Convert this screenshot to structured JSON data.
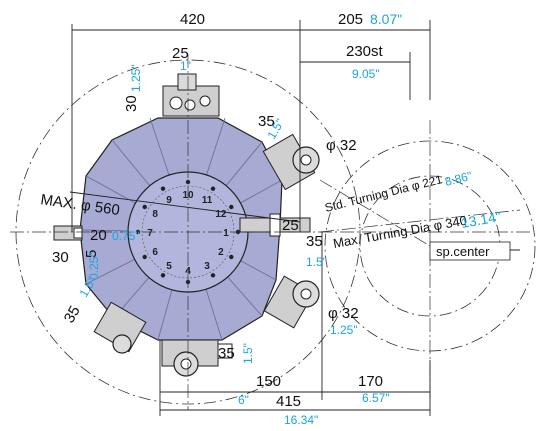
{
  "dimensions": {
    "d420": "420",
    "d205": "205",
    "d205_in": "8.07\"",
    "d230": "230st",
    "d230_in": "9.05\"",
    "d25_top": "25",
    "d25_top_in": "1\"",
    "d30_top": "30",
    "d30_top_in": "1.25\"",
    "d35_right": "35",
    "d35_right_in": "1.5\"",
    "phi32_top": "φ 32",
    "max560": "MAX. φ 560",
    "std221": "Std. Turning Dia φ 221",
    "std221_in": "8.86\"",
    "max340": "Max. Turning Dia φ 340",
    "max340_in": "13.14\"",
    "d25_mid": "25",
    "d35_mid": "35",
    "d35_mid_in": "1.5\"",
    "d20_left": "20",
    "d20_left_in": "0.75\"",
    "d30_left": "30",
    "d5_left": "5",
    "d5_left_in": "0.25\"",
    "d35_left_in": "1.5\"",
    "d35_bl": "35",
    "phi32_bottom": "φ 32",
    "phi32_bottom_in": "1.25\"",
    "d35_bottom": "35",
    "d35_bottom_in": "1.5\"",
    "d150": "150",
    "d150_in": "6\"",
    "d170": "170",
    "d170_in": "6.57\"",
    "d415": "415",
    "d415_in": "16.34\"",
    "sp_center": "sp.center"
  },
  "turret_numbers": [
    "1",
    "2",
    "3",
    "4",
    "5",
    "6",
    "7",
    "8",
    "9",
    "10",
    "11",
    "12"
  ],
  "colors": {
    "turret_body": "#a7abd4",
    "turret_dark": "#7d82b5",
    "inch_blue": "#1aa6e0",
    "tool_gray": "#c8c8c8"
  }
}
